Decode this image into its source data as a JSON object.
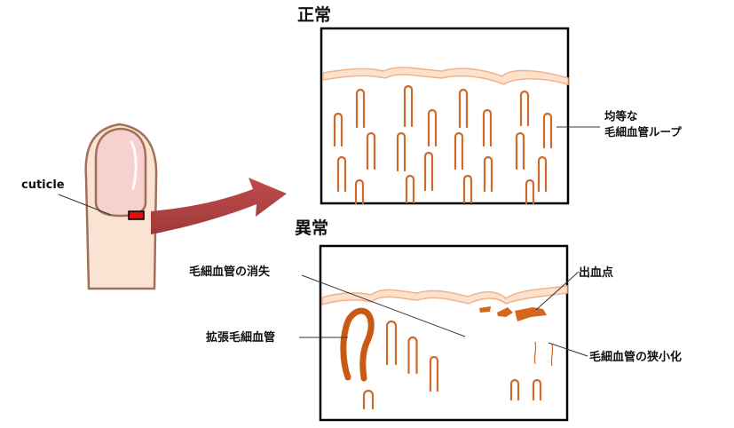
{
  "labels": {
    "cuticle": "cuticle",
    "normal_heading": "正常",
    "abnormal_heading": "異常",
    "normal_note_line1": "均等な",
    "normal_note_line2": "毛細血管ループ",
    "capillary_loss": "毛細血管の消失",
    "hemorrhage": "出血点",
    "dilated_capillary": "拡張毛細血管",
    "narrowing": "毛細血管の狭小化"
  },
  "colors": {
    "frame": "#000000",
    "skin": "#fbe3d3",
    "nail": "#f7d0d0",
    "finger_outline": "#a07058",
    "capillary": "#cd6a2c",
    "capillary_dark": "#c85a14",
    "arrow": "#b84a4a",
    "marker": "#e01010"
  }
}
